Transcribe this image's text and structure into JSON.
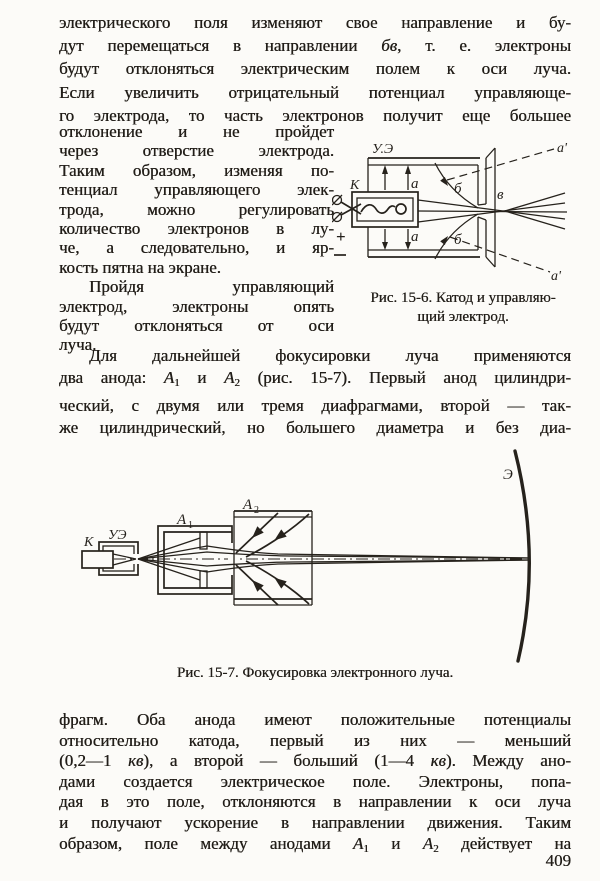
{
  "page": {
    "number": "409"
  },
  "p_top": {
    "lines": [
      {
        "j": 1,
        "i": 0,
        "s": [
          [
            "электрического поля изменяют свое направление и бу-",
            0
          ]
        ]
      },
      {
        "j": 1,
        "i": 0,
        "s": [
          [
            "дут перемещаться в направлении ",
            0
          ],
          [
            "бв",
            1
          ],
          [
            ", т. е. электроны",
            0
          ]
        ]
      },
      {
        "j": 1,
        "i": 0,
        "s": [
          [
            "будут отклоняться электрическим полем к оси луча.",
            0
          ]
        ]
      },
      {
        "j": 1,
        "i": 0,
        "s": [
          [
            "Если увеличить отрицательный потенциал управляюще-",
            0
          ]
        ]
      },
      {
        "j": 1,
        "i": 0,
        "s": [
          [
            "го электрода, то часть электронов получит еще большее",
            0
          ]
        ]
      }
    ]
  },
  "col_left": {
    "lines": [
      {
        "j": 1,
        "i": 0,
        "s": [
          [
            "отклонение и не пройдет",
            0
          ]
        ]
      },
      {
        "j": 1,
        "i": 0,
        "s": [
          [
            "через отверстие электрода.",
            0
          ]
        ]
      },
      {
        "j": 1,
        "i": 0,
        "s": [
          [
            "Таким образом, изменяя по-",
            0
          ]
        ]
      },
      {
        "j": 1,
        "i": 0,
        "s": [
          [
            "тенциал управляющего элек-",
            0
          ]
        ]
      },
      {
        "j": 1,
        "i": 0,
        "s": [
          [
            "трода, можно регулировать",
            0
          ]
        ]
      },
      {
        "j": 1,
        "i": 0,
        "s": [
          [
            "количество электронов в лу-",
            0
          ]
        ]
      },
      {
        "j": 1,
        "i": 0,
        "s": [
          [
            "че, а следовательно, и яр-",
            0
          ]
        ]
      },
      {
        "j": 0,
        "i": 0,
        "s": [
          [
            "кость пятна на экране.",
            0
          ]
        ]
      },
      {
        "j": 1,
        "i": 1,
        "s": [
          [
            "Пройдя управляющий",
            0
          ]
        ]
      },
      {
        "j": 1,
        "i": 0,
        "s": [
          [
            "электрод, электроны опять",
            0
          ]
        ]
      },
      {
        "j": 1,
        "i": 0,
        "s": [
          [
            "будут отклоняться от оси",
            0
          ]
        ]
      },
      {
        "j": 0,
        "i": 0,
        "s": [
          [
            "луча.",
            0
          ]
        ]
      }
    ]
  },
  "p_mid": {
    "lines": [
      {
        "j": 1,
        "i": 1,
        "s": [
          [
            "Для дальнейшей фокусировки луча применяются",
            0
          ]
        ]
      },
      {
        "j": 1,
        "i": 0,
        "s": [
          [
            "два анода: ",
            0
          ],
          [
            "А",
            1
          ],
          [
            "1",
            2
          ],
          [
            " и ",
            0
          ],
          [
            "А",
            1
          ],
          [
            "2",
            2
          ],
          [
            " (рис. 15-7). Первый анод цилиндри-",
            0
          ]
        ]
      },
      {
        "j": 1,
        "i": 0,
        "s": [
          [
            "ческий, с двумя или тремя диафрагмами, второй — так-",
            0
          ]
        ]
      },
      {
        "j": 1,
        "i": 0,
        "s": [
          [
            "же цилиндрический, но большего диаметра и без диа-",
            0
          ]
        ]
      }
    ]
  },
  "p_bottom": {
    "lines": [
      {
        "j": 1,
        "i": 0,
        "s": [
          [
            "фрагм. Оба анода имеют положительные потенциалы",
            0
          ]
        ]
      },
      {
        "j": 1,
        "i": 0,
        "s": [
          [
            "относительно катода, первый из них — меньший",
            0
          ]
        ]
      },
      {
        "j": 1,
        "i": 0,
        "s": [
          [
            "(0,2—1 ",
            0
          ],
          [
            "кв",
            1
          ],
          [
            "), а второй — больший (1—4 ",
            0
          ],
          [
            "кв",
            1
          ],
          [
            "). Между ано-",
            0
          ]
        ]
      },
      {
        "j": 1,
        "i": 0,
        "s": [
          [
            "дами создается электрическое поле. Электроны, попа-",
            0
          ]
        ]
      },
      {
        "j": 1,
        "i": 0,
        "s": [
          [
            "дая в это поле, отклоняются в направлении к оси луча",
            0
          ]
        ]
      },
      {
        "j": 1,
        "i": 0,
        "s": [
          [
            "и получают ускорение в направлении движения. Таким",
            0
          ]
        ]
      },
      {
        "j": 1,
        "i": 0,
        "s": [
          [
            "образом, поле между анодами ",
            0
          ],
          [
            "А",
            1
          ],
          [
            "1",
            2
          ],
          [
            " и ",
            0
          ],
          [
            "А",
            1
          ],
          [
            "2",
            2
          ],
          [
            " действует на",
            0
          ]
        ]
      }
    ]
  },
  "fig156": {
    "caption1": "Рис. 15-6. Катод и управляю-",
    "caption2": "щий электрод.",
    "labels": {
      "ue": "У.Э",
      "k": "К",
      "a_up": "а",
      "a_dn": "а",
      "b_up": "б",
      "b_dn": "б",
      "v": "в",
      "ap_top": "а'",
      "ap_bot": "а'",
      "plus": "+"
    }
  },
  "fig157": {
    "caption": "Рис. 15-7. Фокусировка электронного луча.",
    "labels": {
      "k": "К",
      "ue": "УЭ",
      "a1": "А",
      "a1_sub": "1",
      "a2": "А",
      "a2_sub": "2",
      "e": "Э"
    }
  }
}
